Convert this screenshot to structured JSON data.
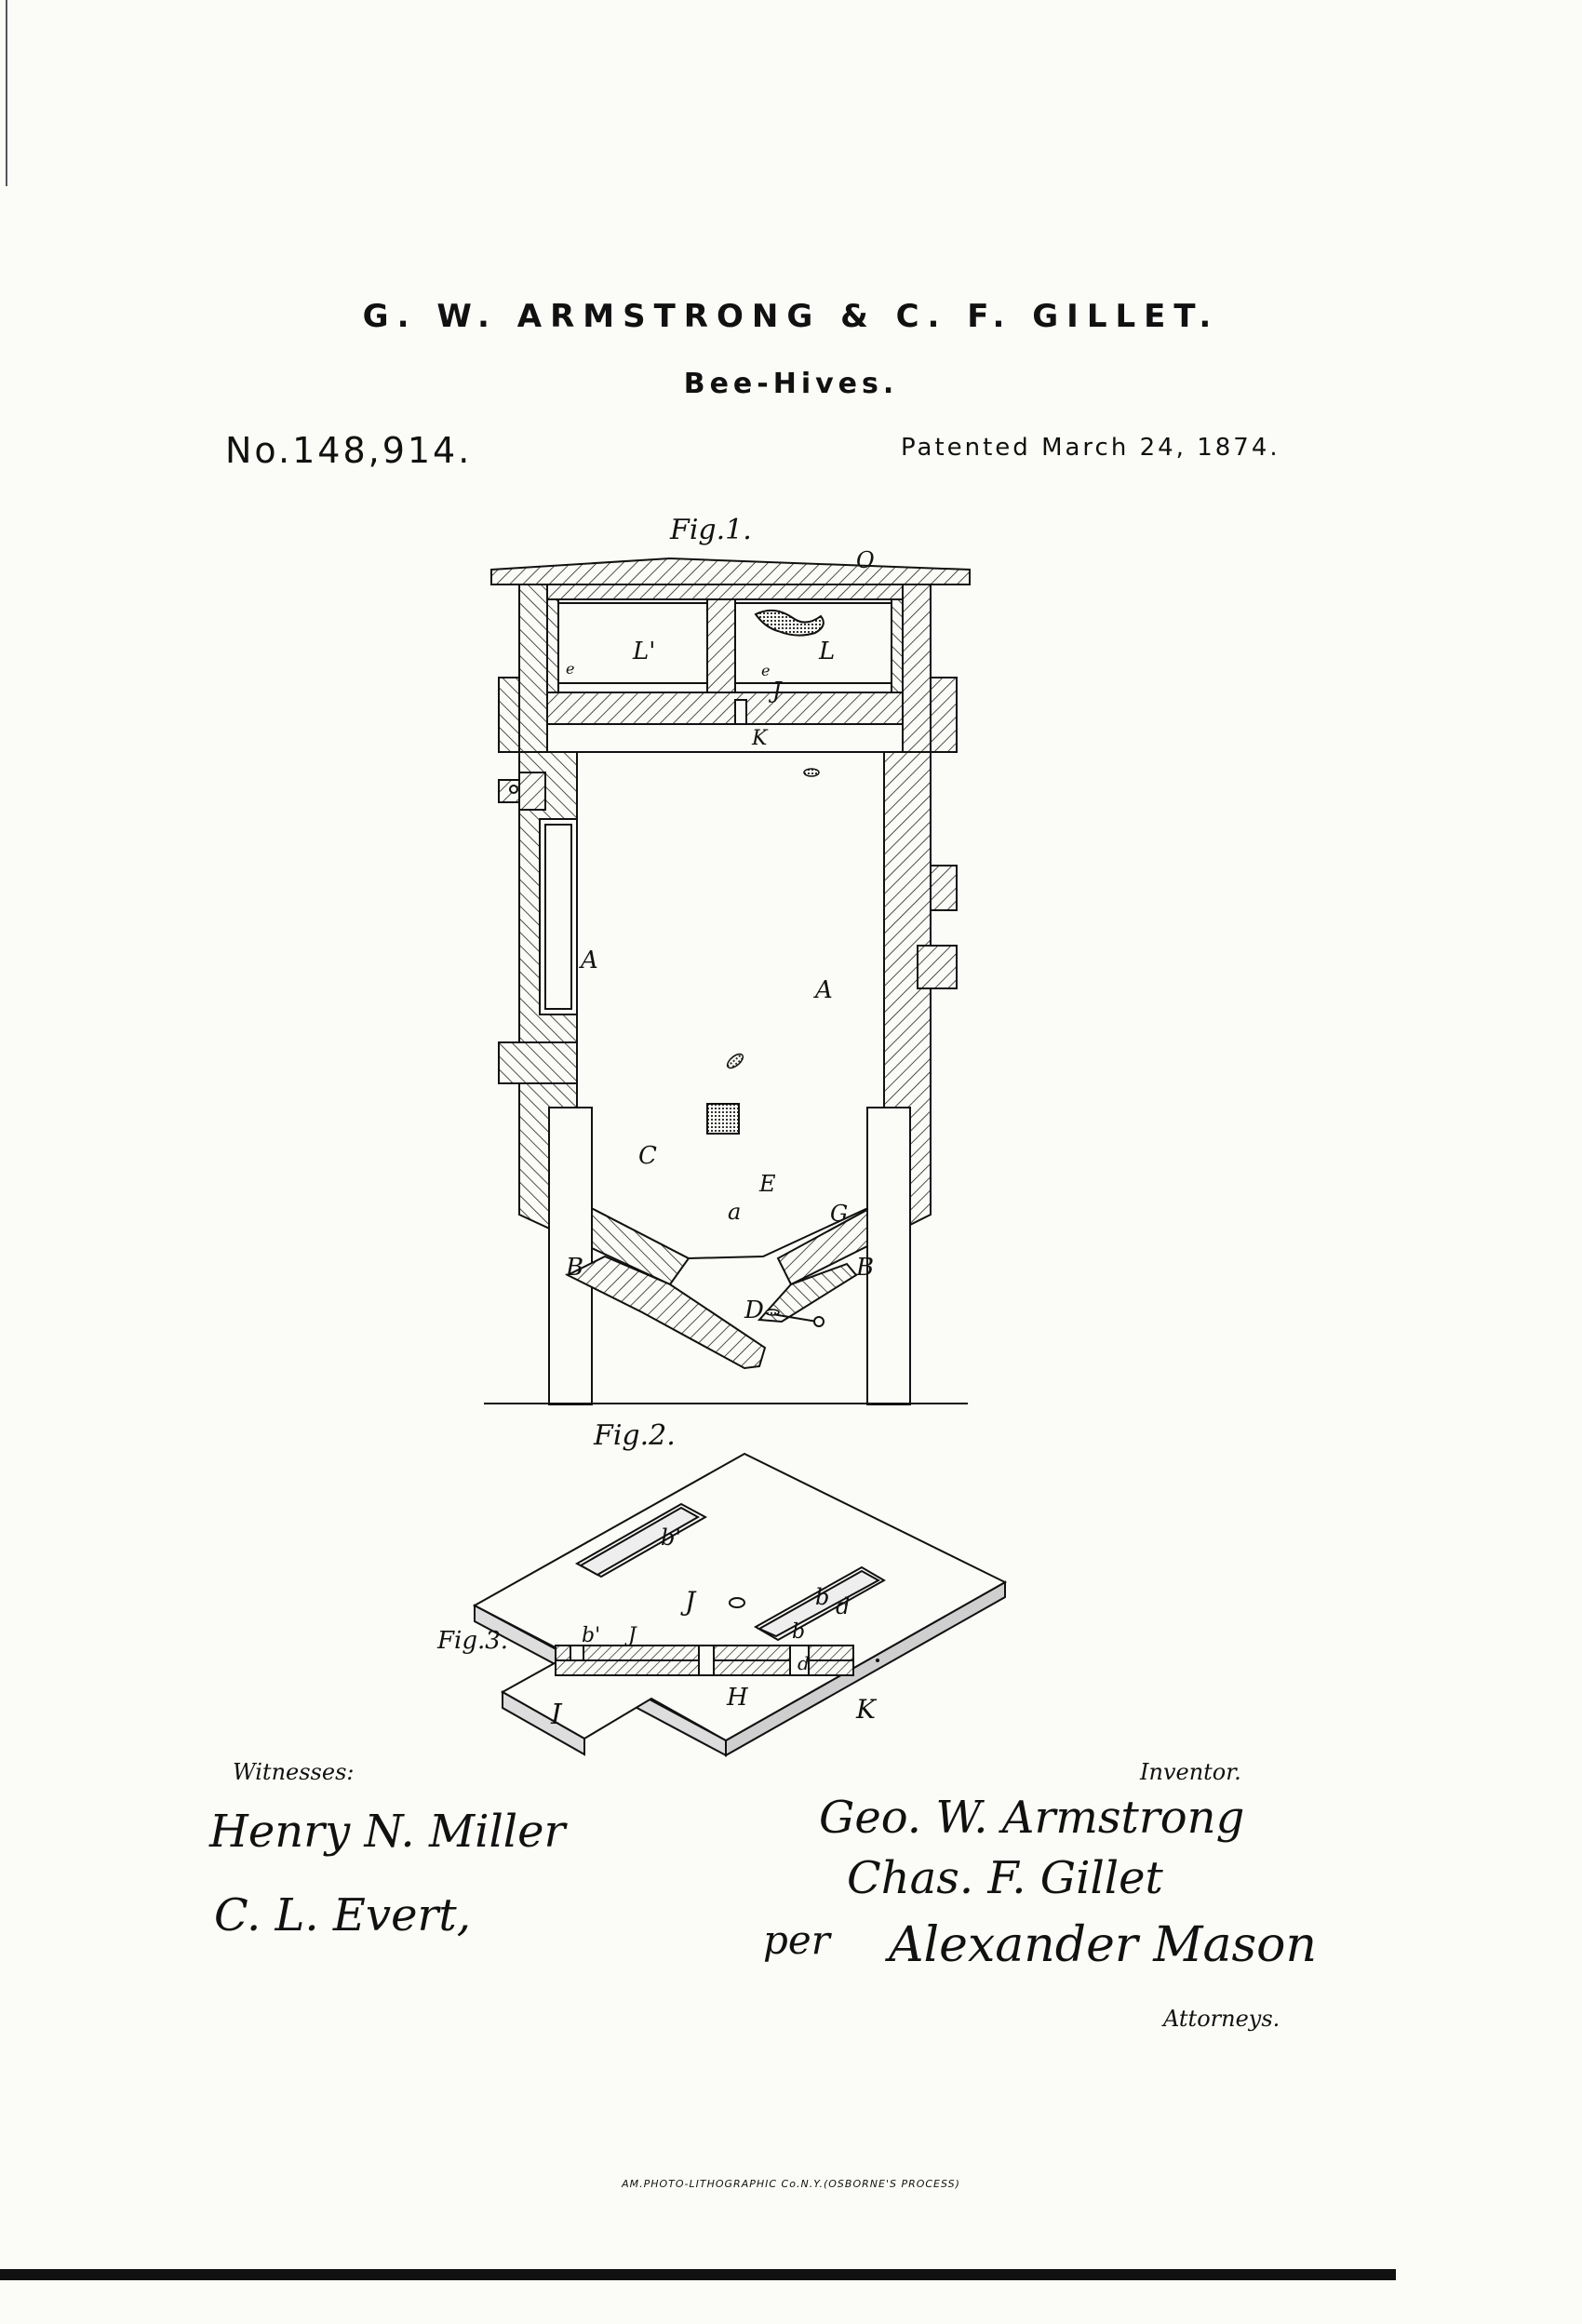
{
  "header": {
    "inventors": "G. W. ARMSTRONG & C. F. GILLET.",
    "title": "Bee-Hives.",
    "patent_number": "No.148,914.",
    "patented_date": "Patented March 24, 1874."
  },
  "figures": {
    "fig1": {
      "label": "Fig.1.",
      "letters": [
        "O",
        "L'",
        "L",
        "e",
        "e",
        "J",
        "K",
        "A",
        "A",
        "C",
        "E",
        "a",
        "G",
        "B",
        "B",
        "D"
      ]
    },
    "fig2": {
      "label": "Fig.2.",
      "letters": [
        "b'",
        "J",
        "b",
        "d",
        "I",
        "K"
      ]
    },
    "fig3": {
      "label": "Fig.3.",
      "letters": [
        "b'",
        "J",
        "b",
        "d",
        "H"
      ]
    }
  },
  "signatures": {
    "witnesses_label": "Witnesses:",
    "witness_1": "Henry N. Miller",
    "witness_2": "C. L. Evert,",
    "inventor_label": "Inventor.",
    "inventor_1": "Geo. W. Armstrong",
    "inventor_2": "Chas. F. Gillet",
    "per": "per",
    "attorney": "Alexander Mason",
    "attorneys_label": "Attorneys."
  },
  "footer": {
    "credit": "AM.PHOTO-LITHOGRAPHIC Co.N.Y.(OSBORNE'S PROCESS)"
  },
  "colors": {
    "ink": "#111111",
    "paper": "#fbfbf8"
  }
}
